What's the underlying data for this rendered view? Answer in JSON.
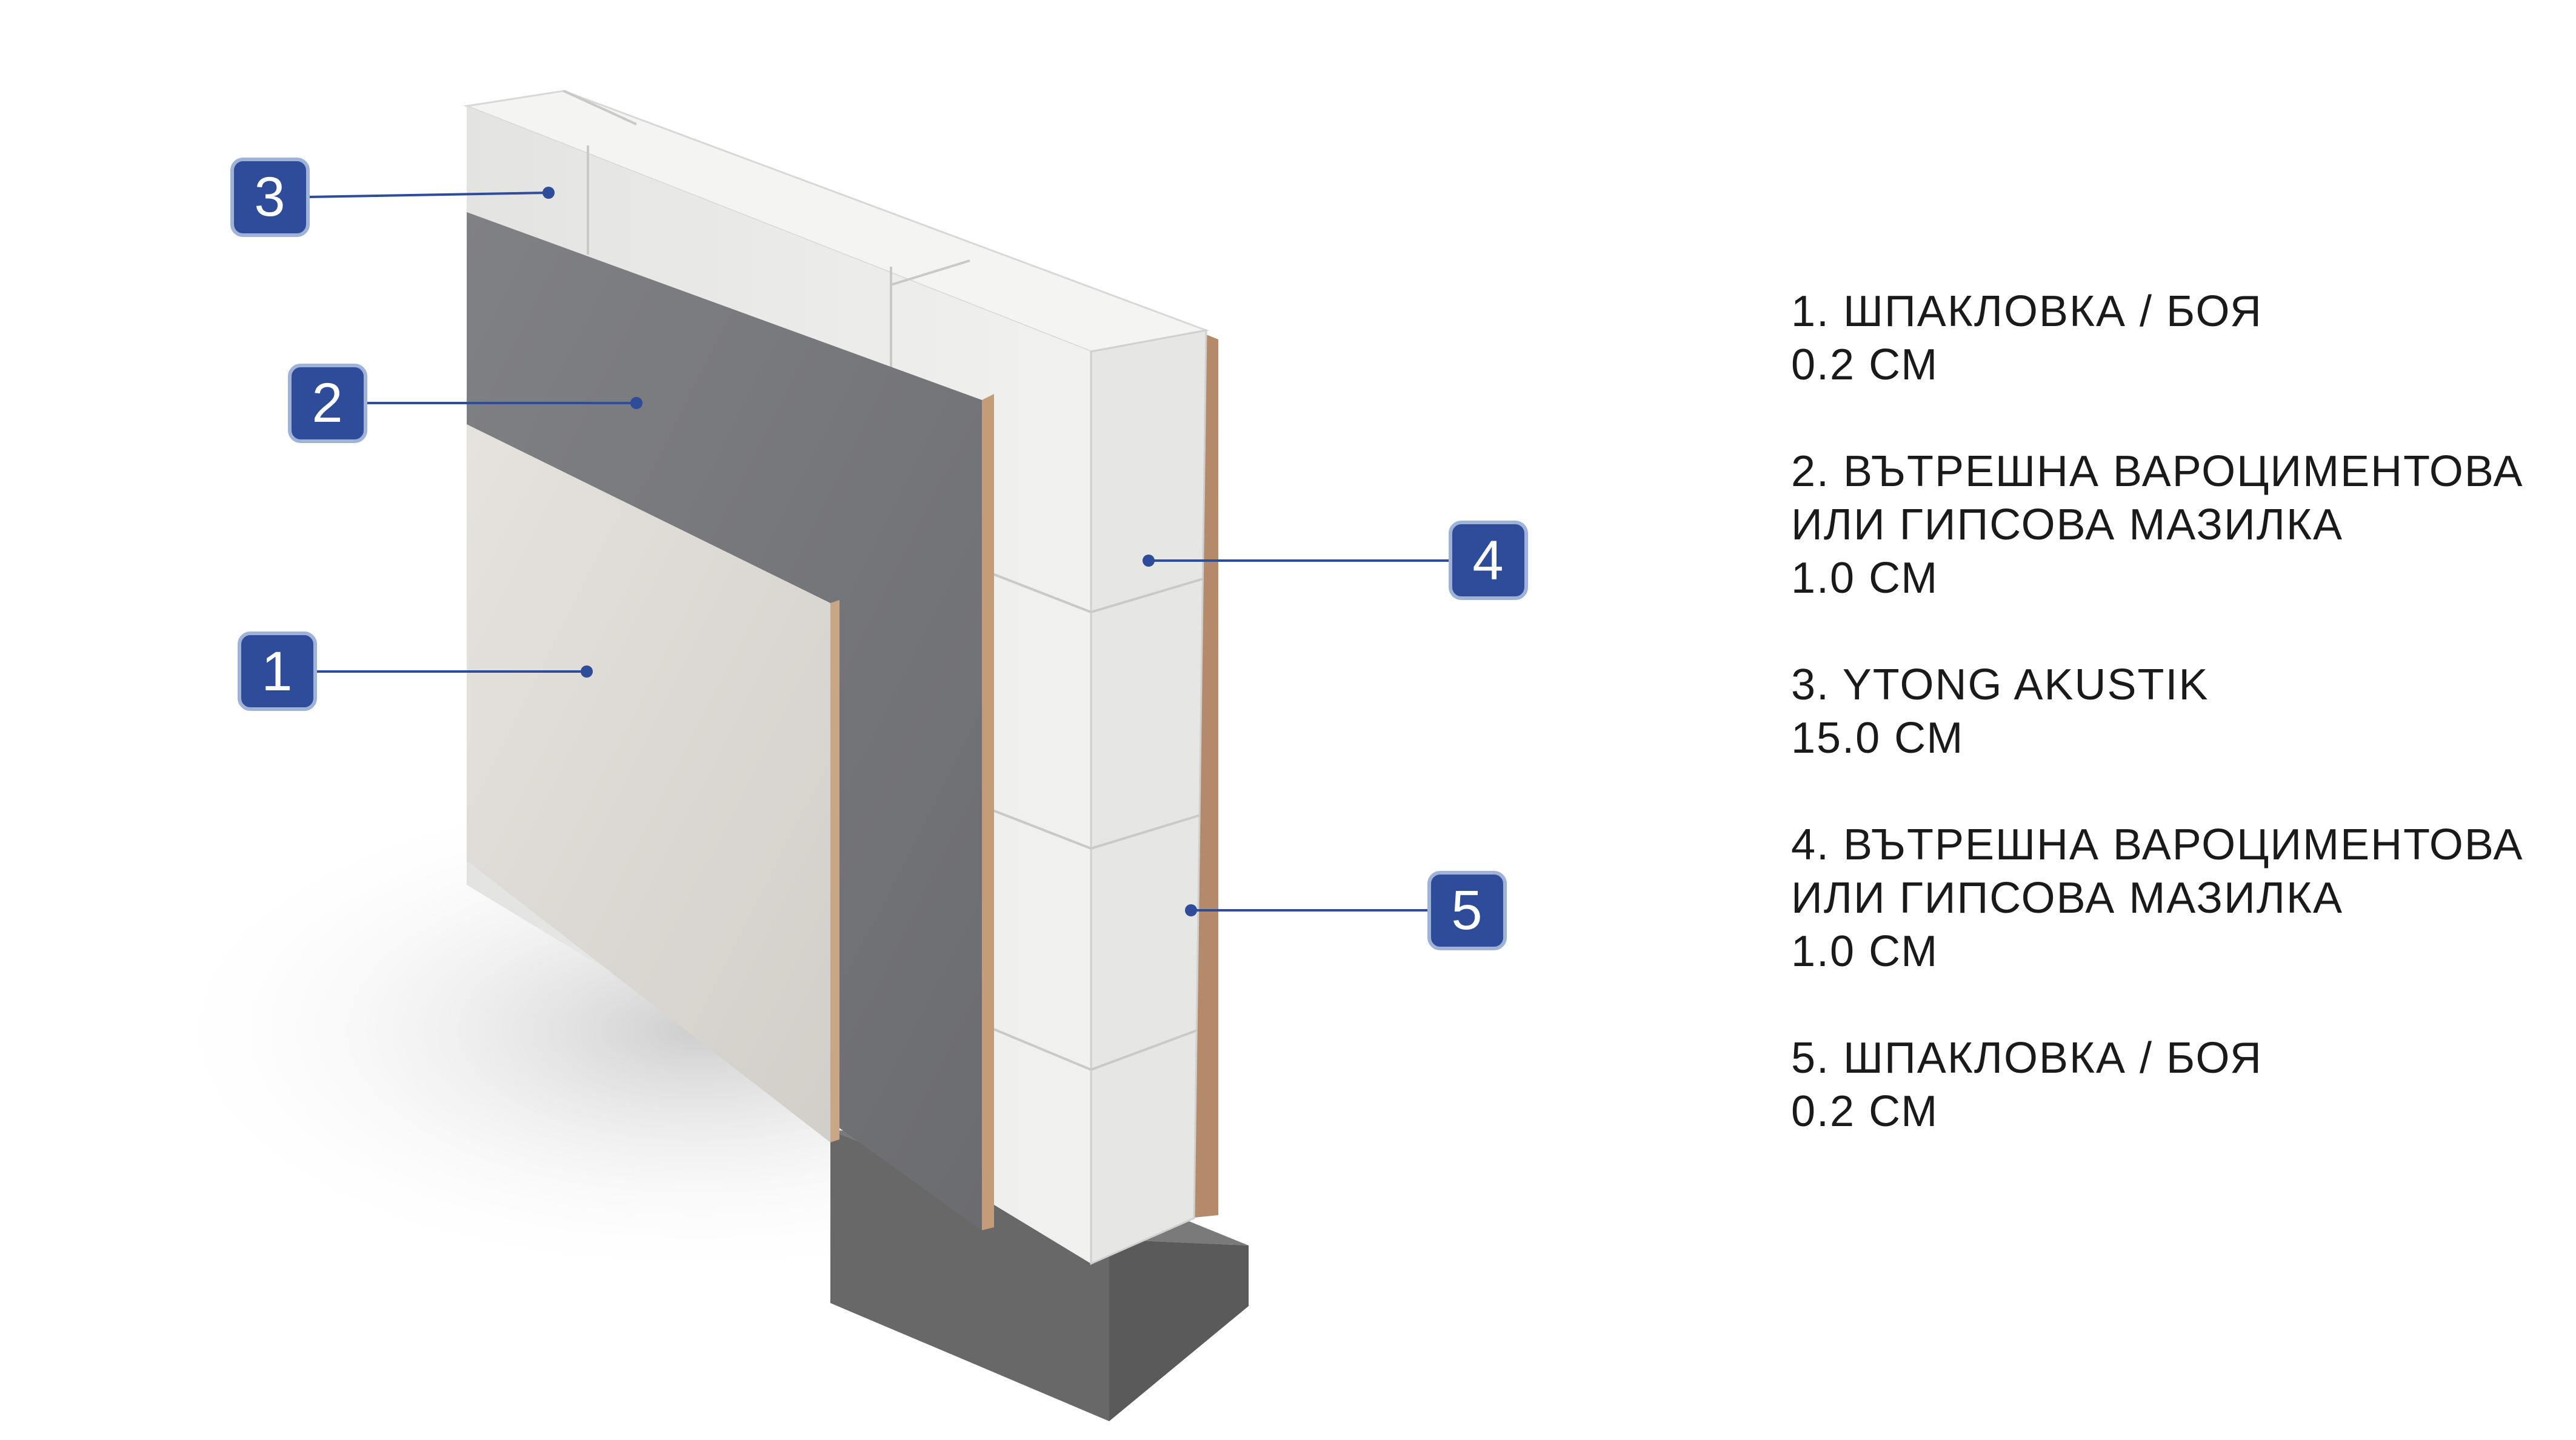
{
  "badges": [
    "1",
    "2",
    "3",
    "4",
    "5"
  ],
  "legend": [
    {
      "lines": [
        "1. ШПАКЛОВКА / БОЯ",
        "0.2 СМ"
      ]
    },
    {
      "lines": [
        "2. ВЪТРЕШНА ВАРОЦИМЕНТОВА",
        "ИЛИ ГИПСОВА МАЗИЛКА",
        "1.0 СМ"
      ]
    },
    {
      "lines": [
        "3. YTONG AKUSTIK",
        "15.0 СМ"
      ]
    },
    {
      "lines": [
        "4. ВЪТРЕШНА ВАРОЦИМЕНТОВА",
        "ИЛИ ГИПСОВА МАЗИЛКА",
        "1.0 СМ"
      ]
    },
    {
      "lines": [
        "5. ШПАКЛОВКА / БОЯ",
        "0.2 СМ"
      ]
    }
  ],
  "colors": {
    "badge_fill": "#2e4c9a",
    "badge_stroke": "#9fb2d8",
    "leader": "#2e4c9a",
    "putty_layer": "#dcd8d2",
    "plaster_layer": "#76777b",
    "block": "#ececea",
    "block_side": "#e2e2e0",
    "base": "#6b6b6b"
  }
}
